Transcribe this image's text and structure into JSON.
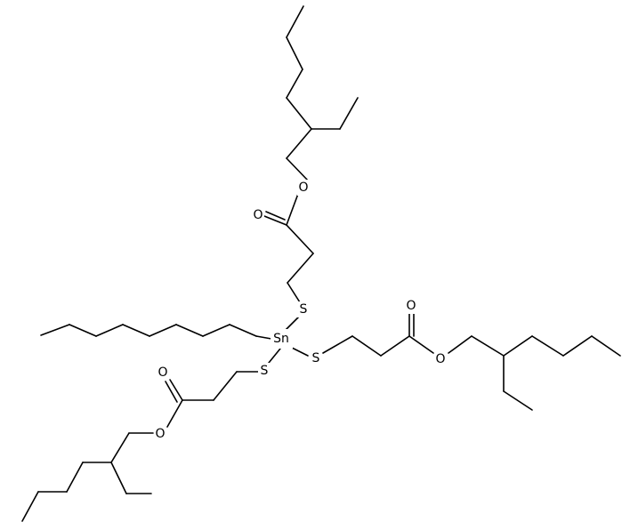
{
  "molecule": {
    "atoms": {
      "sn": "Sn",
      "s_top": "S",
      "s_right": "S",
      "s_left": "S",
      "o_carbonyl_top": "O",
      "o_ester_top": "O",
      "o_carbonyl_right": "O",
      "o_ester_right": "O",
      "o_carbonyl_left": "O",
      "o_ester_left": "O"
    }
  },
  "colors": {
    "bond": "#000000",
    "background": "#ffffff"
  }
}
